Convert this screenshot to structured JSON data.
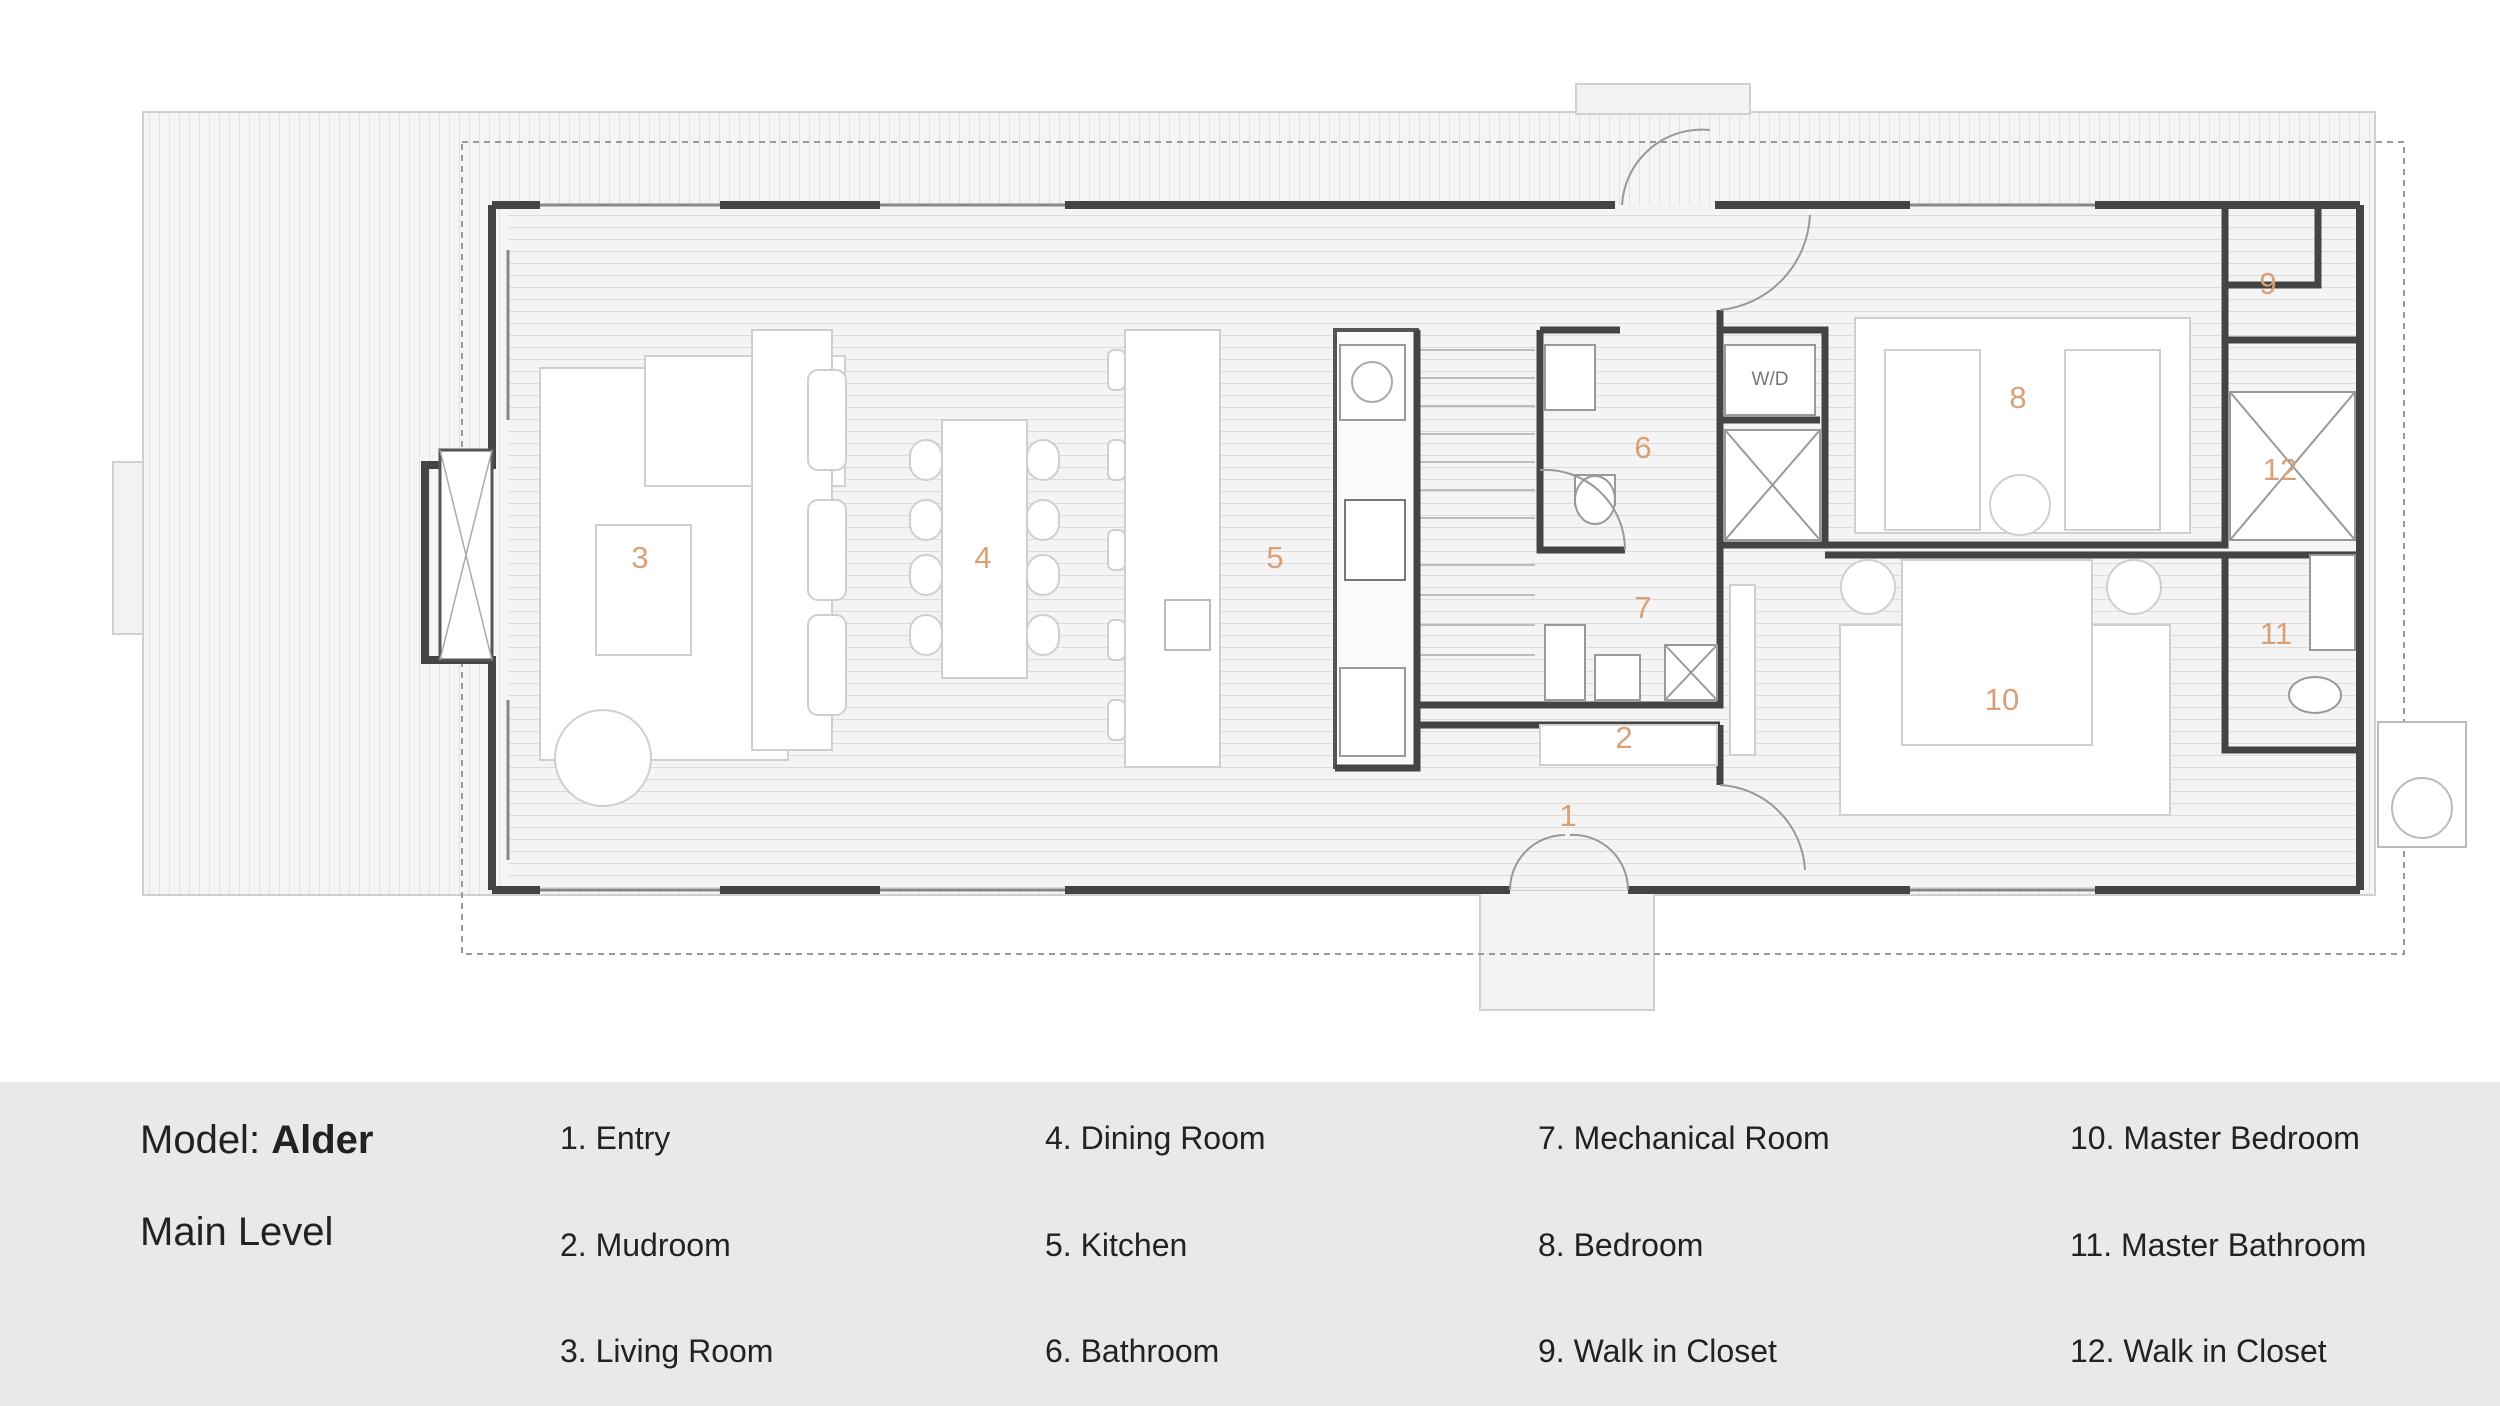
{
  "model": {
    "label": "Model:",
    "name": "Alder"
  },
  "level": "Main Level",
  "rooms": [
    {
      "num": "1",
      "name": "Entry"
    },
    {
      "num": "2",
      "name": "Mudroom"
    },
    {
      "num": "3",
      "name": "Living Room"
    },
    {
      "num": "4",
      "name": "Dining Room"
    },
    {
      "num": "5",
      "name": "Kitchen"
    },
    {
      "num": "6",
      "name": "Bathroom"
    },
    {
      "num": "7",
      "name": "Mechanical Room"
    },
    {
      "num": "8",
      "name": "Bedroom"
    },
    {
      "num": "9",
      "name": "Walk in Closet"
    },
    {
      "num": "10",
      "name": "Master Bedroom"
    },
    {
      "num": "11",
      "name": "Master Bathroom"
    },
    {
      "num": "12",
      "name": "Walk in Closet"
    }
  ],
  "legend": [
    "1. Entry",
    "2. Mudroom",
    "3. Living Room",
    "4. Dining Room",
    "5. Kitchen",
    "6. Bathroom",
    "7. Mechanical Room",
    "8. Bedroom",
    "9. Walk in Closet",
    "10. Master Bedroom",
    "11. Master Bathroom",
    "12. Walk in Closet"
  ],
  "appliance_label": "W/D",
  "colors": {
    "room_number": "#d8a077",
    "wall": "#444444",
    "deck": "#f3f3f3",
    "legend_bg": "#e9e9e7"
  }
}
